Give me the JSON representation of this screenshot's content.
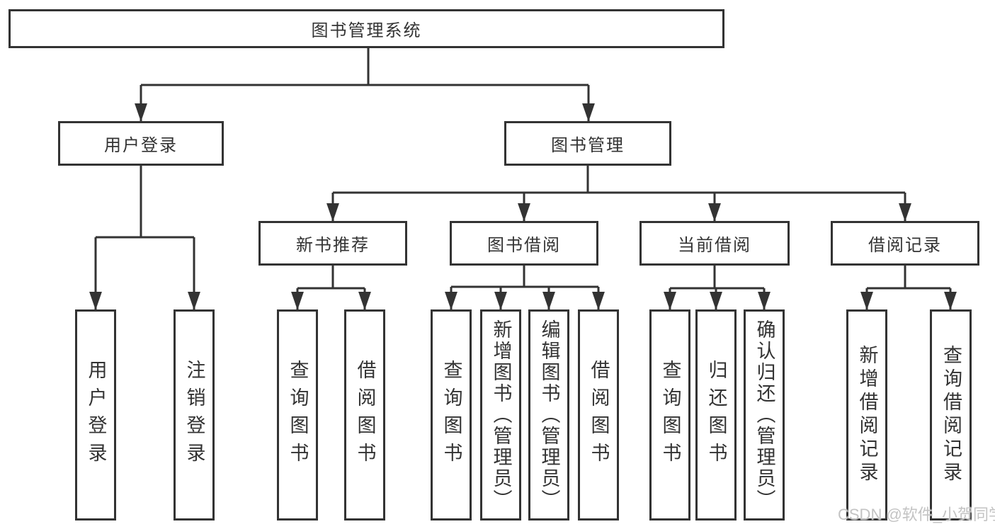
{
  "diagram": {
    "root": "图书管理系统",
    "level2": {
      "user_login": "用户登录",
      "book_management": "图书管理"
    },
    "level3": {
      "new_book_recommend": "新书推荐",
      "book_borrow": "图书借阅",
      "current_borrow": "当前借阅",
      "borrow_records": "借阅记录"
    },
    "leaves": {
      "user_login": "用户登录",
      "logout": "注销登录",
      "recommend_query_books": "查询图书",
      "recommend_borrow_books": "借阅图书",
      "borrow_query_books": "查询图书",
      "borrow_add_books": "新增图书（管理员）",
      "borrow_edit_books": "编辑图书（管理员）",
      "borrow_borrow_books": "借阅图书",
      "current_query_books": "查询图书",
      "current_return_books": "归还图书",
      "current_confirm_return": "确认归还（管理员）",
      "records_add": "新增借阅记录",
      "records_query": "查询借阅记录"
    }
  },
  "watermark": {
    "text": "CSDN @软件_小贺同学"
  },
  "colors": {
    "line": "#333333",
    "text": "#333333",
    "background": "#ffffff",
    "watermark": "#c3c3c3"
  }
}
